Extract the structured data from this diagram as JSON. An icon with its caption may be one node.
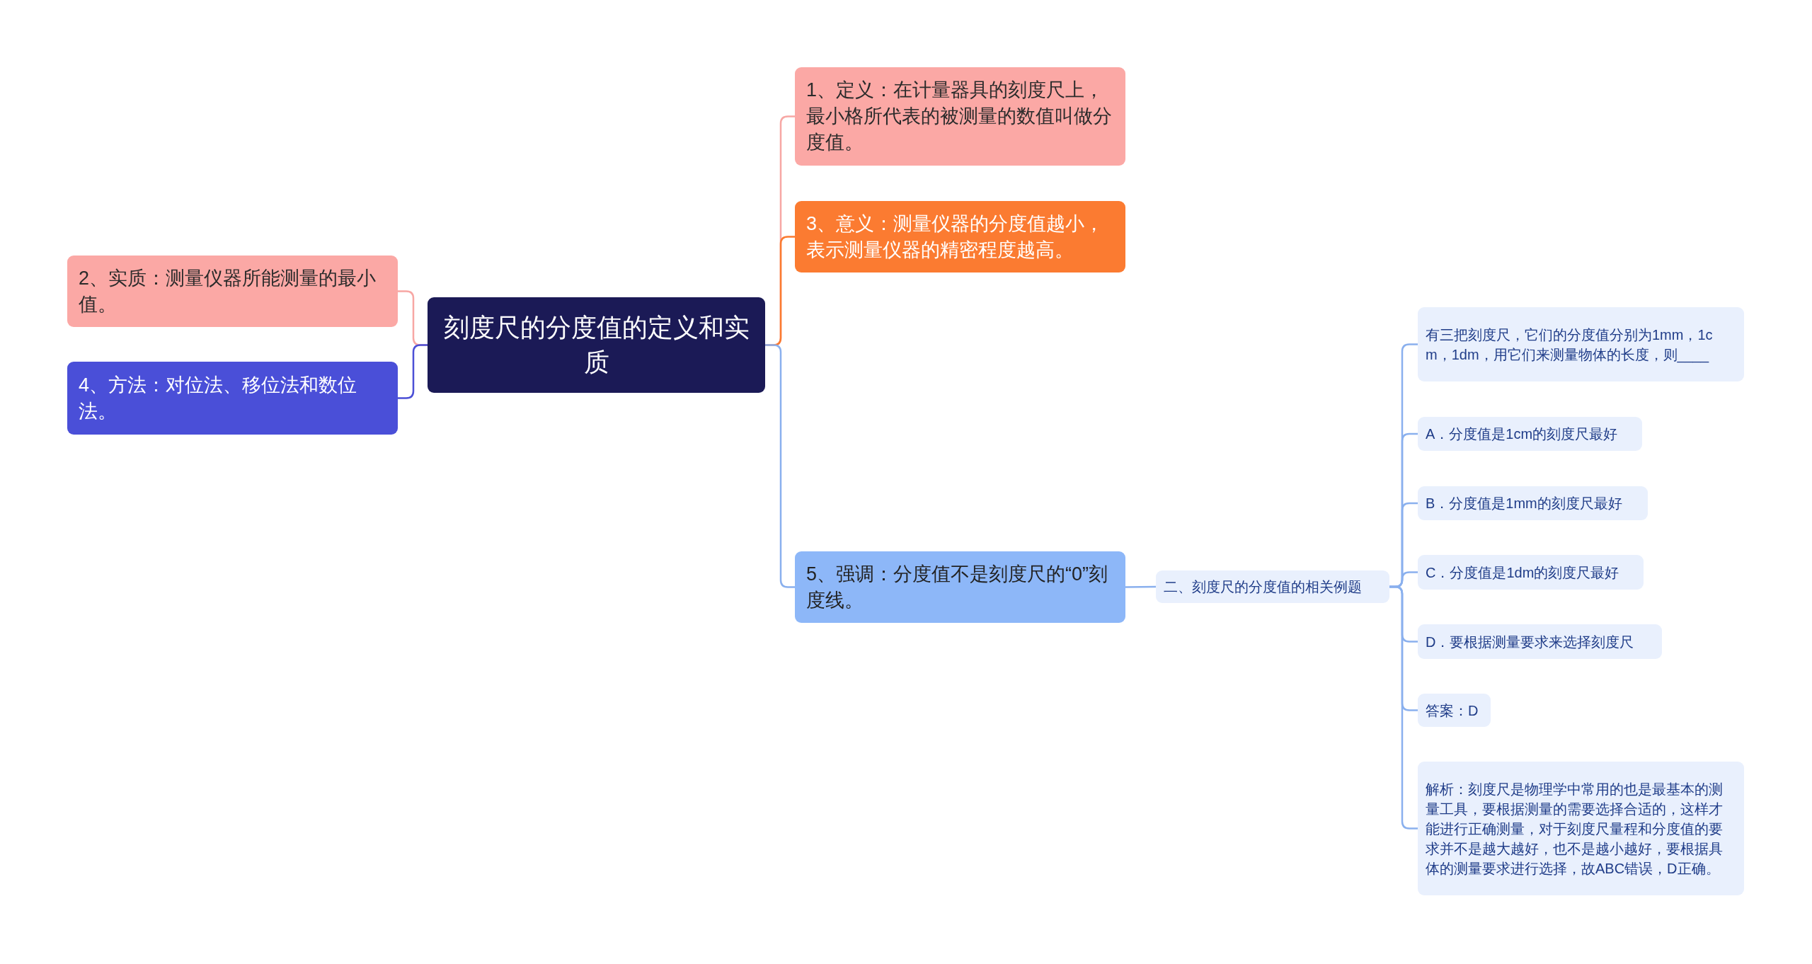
{
  "diagram": {
    "nodes": [
      {
        "text": [
          "刻度尺的分度值的定义和实质"
        ]
      },
      {
        "text": [
          "1、定义：在计量器具的刻度尺上，最小格所代表的被测量的数值叫做分度值。"
        ]
      },
      {
        "text": [
          "2、实质：测量仪器所能测量的最小值。"
        ]
      },
      {
        "text": [
          "3、意义：测量仪器的分度值越小，表示测量仪器的精密程度越高。"
        ]
      },
      {
        "text": [
          "4、方法：对位法、移位法和数位法。"
        ]
      },
      {
        "text": [
          "5、强调：分度值不是刻度尺的“0”刻度线。"
        ]
      },
      {
        "text": [
          "二、刻度尺的分度值的相关例题"
        ]
      },
      {
        "text": [
          "有三把刻度尺，它们的分度值分别为1mm，1cm，1dm，用它们来测量物体的长度，则____"
        ]
      },
      {
        "text": [
          "A．分度值是1cm的刻度尺最好"
        ]
      },
      {
        "text": [
          "B．分度值是1mm的刻度尺最好"
        ]
      },
      {
        "text": [
          "C．分度值是1dm的刻度尺最好"
        ]
      },
      {
        "text": [
          "D．要根据测量要求来选择刻度尺"
        ]
      },
      {
        "text": [
          "答案：D"
        ]
      },
      {
        "text": [
          "解析：刻度尺是物理学中常用的也是最基本的测量工具，要根据测量的需要选择合适的，这样才能进行正确测量，对于刻度尺量程和分度值的要求并不是越大越好，也不是越小越好，要根据具体的测量要求进行选择，故ABC错误，D正确。"
        ]
      }
    ],
    "edges": [
      {
        "from": 0,
        "to": 1,
        "arrow": "none",
        "color": "#f7a7a4"
      },
      {
        "from": 0,
        "to": 2,
        "arrow": "none",
        "color": "#f7a7a4"
      },
      {
        "from": 0,
        "to": 3,
        "arrow": "none",
        "color": "#fb7a2f"
      },
      {
        "from": 0,
        "to": 4,
        "arrow": "none",
        "color": "#4b4fd6"
      },
      {
        "from": 0,
        "to": 5,
        "arrow": "none"
      },
      {
        "from": 5,
        "to": 6,
        "arrow": "none"
      },
      {
        "from": 6,
        "to": 7,
        "arrow": "none"
      },
      {
        "from": 6,
        "to": 8,
        "arrow": "none"
      },
      {
        "from": 6,
        "to": 9,
        "arrow": "none"
      },
      {
        "from": 6,
        "to": 10,
        "arrow": "none"
      },
      {
        "from": 6,
        "to": 11,
        "arrow": "none"
      },
      {
        "from": 6,
        "to": 12,
        "arrow": "none"
      },
      {
        "from": 6,
        "to": 13,
        "arrow": "none"
      }
    ]
  }
}
